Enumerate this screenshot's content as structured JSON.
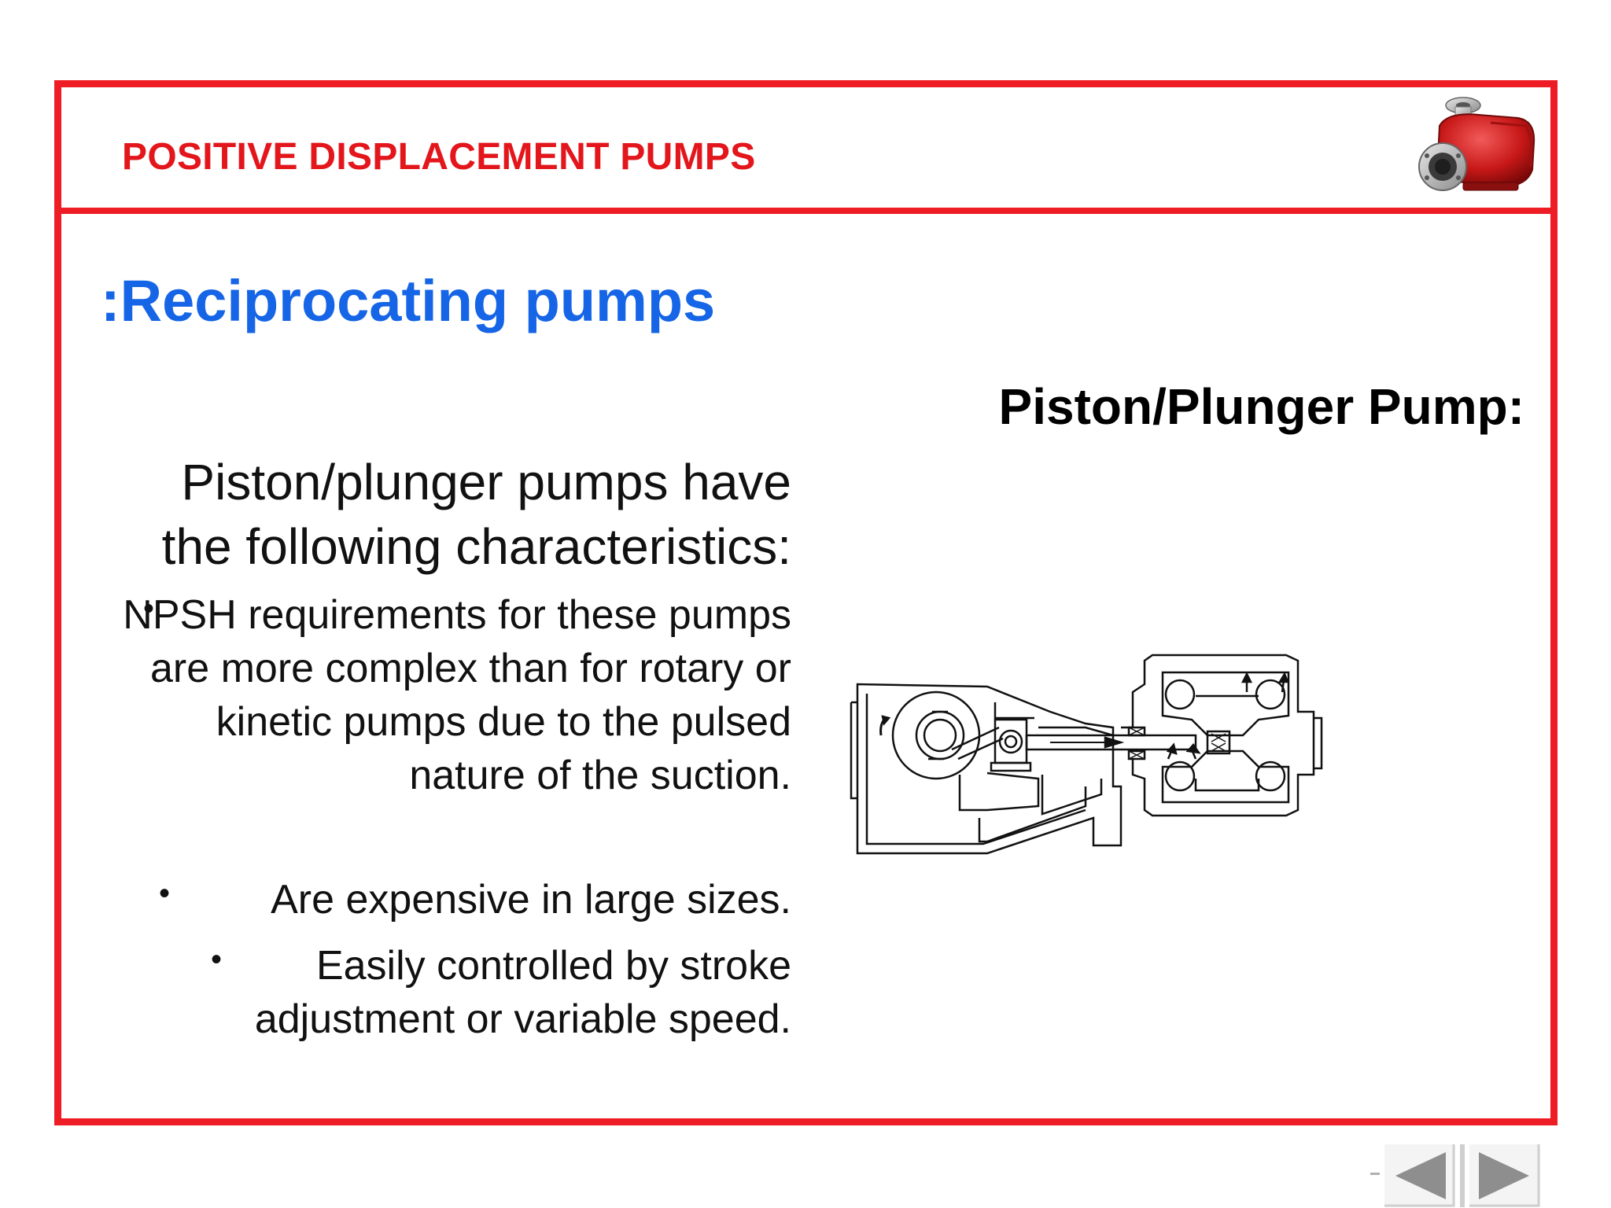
{
  "header": {
    "title": "POSITIVE DISPLACEMENT PUMPS",
    "logo_icon": "red-pump-icon"
  },
  "section_title": ":Reciprocating pumps",
  "diagram": {
    "title": "Piston/Plunger Pump:",
    "icon": "piston-plunger-pump-diagram"
  },
  "body": {
    "intro": "Piston/plunger pumps have the following characteristics:",
    "bullets": [
      "NPSH requirements for these pumps are more complex than for rotary or kinetic pumps due to the pulsed nature of the suction.",
      "Are expensive in large sizes.",
      "Easily controlled by stroke adjustment or variable speed."
    ],
    "bullet_symbol": "•"
  },
  "colors": {
    "frame": "#ee1c24",
    "header_text": "#e3161c",
    "section_title": "#1565e6"
  },
  "navigation": {
    "prev_icon": "previous-arrow-icon",
    "next_icon": "next-arrow-icon"
  }
}
